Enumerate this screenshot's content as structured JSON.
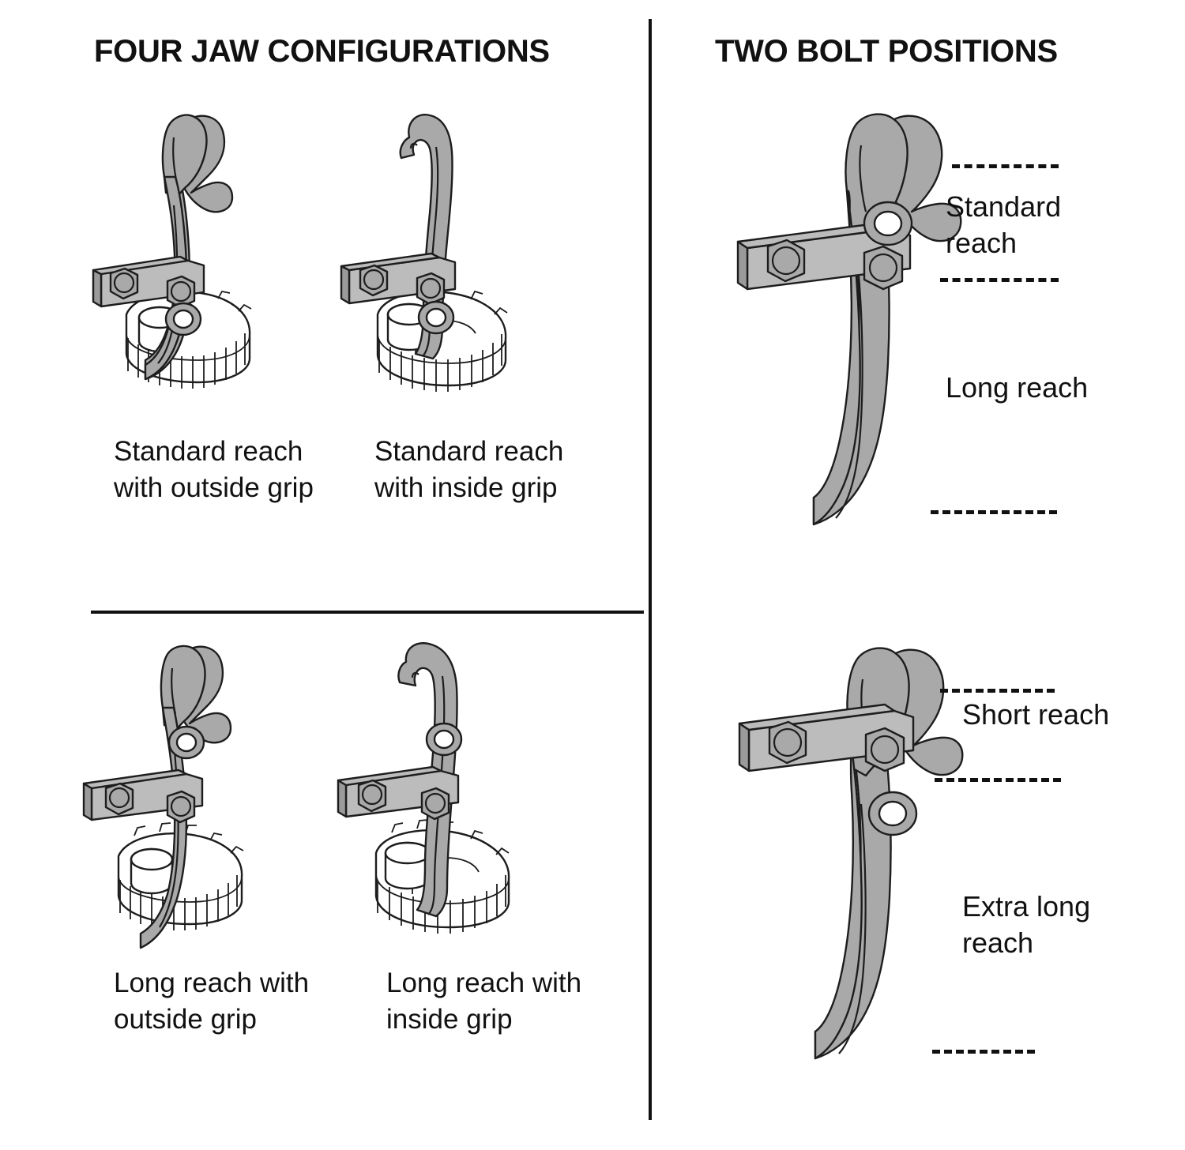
{
  "panels": {
    "left": {
      "title": "FOUR JAW CONFIGURATIONS"
    },
    "right": {
      "title": "TWO BOLT POSITIONS"
    }
  },
  "jaw_configurations": [
    {
      "id": "standard-outside",
      "caption": "Standard reach with outside grip",
      "reach": "Standard",
      "grip": "outside"
    },
    {
      "id": "standard-inside",
      "caption": "Standard reach with inside grip",
      "reach": "Standard",
      "grip": "inside"
    },
    {
      "id": "long-outside",
      "caption": "Long reach with outside grip",
      "reach": "Long",
      "grip": "outside"
    },
    {
      "id": "long-inside",
      "caption": "Long reach with inside grip",
      "reach": "Long",
      "grip": "inside"
    }
  ],
  "bolt_positions": [
    {
      "id": "upper-bolt",
      "labels": [
        "Standard reach",
        "Long reach"
      ]
    },
    {
      "id": "lower-bolt",
      "labels": [
        "Short reach",
        "Extra long reach"
      ]
    }
  ],
  "right_labels": {
    "standard_reach": "Standard reach",
    "long_reach": "Long reach",
    "short_reach": "Short reach",
    "extra_long_reach": "Extra long reach"
  },
  "colors": {
    "metal_fill": "#a9a9a9",
    "metal_fill_dark": "#9a9a9a",
    "metal_fill_light": "#bcbcbc",
    "outline": "#1d1d1d",
    "text": "#111111",
    "background": "#ffffff"
  },
  "icons": {
    "jaw": "wrench-jaw-icon",
    "hex_bolt": "hex-bolt-icon",
    "gear": "toothed-gear-icon",
    "pivot_hole": "pivot-hole-icon",
    "bar": "mounting-bar-icon",
    "leader": "dashed-leader-line-icon"
  }
}
